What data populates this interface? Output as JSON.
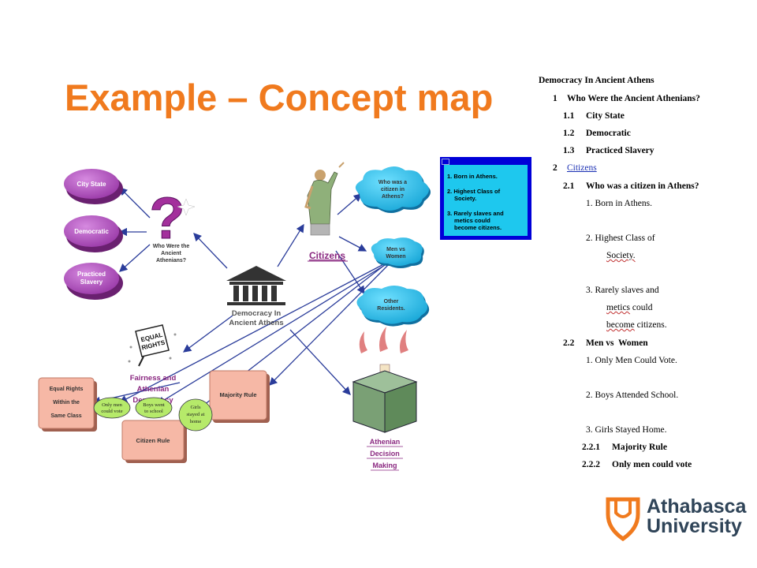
{
  "slide": {
    "title": "Example – Concept map",
    "accent_color": "#f07a1e"
  },
  "map": {
    "center": {
      "line1": "Democracy In",
      "line2": "Ancient Athens",
      "icon": "temple-icon"
    },
    "question": {
      "line1": "Who Were the",
      "line2": "Ancient",
      "line3": "Athenians?",
      "icon": "question-mark-icon"
    },
    "ovals": {
      "city_state": "City State",
      "democratic": "Democratic",
      "practiced_1": "Practiced",
      "practiced_2": "Slavery"
    },
    "citizens": {
      "label": "Citizens",
      "icon": "citizen-statue-icon"
    },
    "clouds": {
      "who_1": "Who was a",
      "who_2": "citizen in",
      "who_3": "Athens?",
      "men_1": "Men vs",
      "men_2": "Women",
      "other_1": "Other",
      "other_2": "Residents."
    },
    "notes": {
      "item1": "1.  Born in Athens.",
      "item2a": "2.  Highest Class of",
      "item2b": "Society.",
      "item3a": "3.  Rarely slaves and",
      "item3b": "metics could",
      "item3c": "become citizens."
    },
    "fairness": {
      "line1": "Fairness and",
      "line2": "Athenian",
      "line3": "Democracy",
      "icon": "equal-rights-sign-icon",
      "sign1": "EQUAL",
      "sign2": "RIGHTS"
    },
    "boxes": {
      "equal_1": "Equal Rights",
      "equal_2": "Within the",
      "equal_3": "Same Class",
      "citizen_rule": "Citizen Rule",
      "majority_rule": "Majority Rule"
    },
    "small_ovals": {
      "only_1": "Only men",
      "only_2": "could vote",
      "boys_1": "Boys went",
      "boys_2": "to school",
      "girls_1": "Girls",
      "girls_2": "stayed at",
      "girls_3": "home"
    },
    "ballot": {
      "line1": "Athenian",
      "line2": "Decision",
      "line3": "Making",
      "icon": "ballot-box-icon"
    }
  },
  "outline": {
    "root": "Democracy In Ancient Athens",
    "n1": "1",
    "t1": "Who Were the Ancient Athenians?",
    "n11": "1.1",
    "t11": "City State",
    "n12": "1.2",
    "t12": "Democratic",
    "n13": "1.3",
    "t13": "Practiced Slavery",
    "n2": "2",
    "t2": "Citizens",
    "n21": "2.1",
    "t21": "Who was a citizen in Athens?",
    "i1": "1.   Born in Athens.",
    "i2": "2.   Highest Class of",
    "i2b": "Society.",
    "i3": "3.   Rarely slaves and",
    "i3b": "metics",
    "i3b2": " could",
    "i3c": "become",
    "i3c2": " citizens.",
    "n22": "2.2",
    "t22": "Men vs  Women",
    "j1": "1.   Only Men Could Vote.",
    "j2": "2.   Boys Attended School.",
    "j3": "3.   Girls Stayed Home.",
    "n221": "2.2.1",
    "t221": "Majority Rule",
    "n222": "2.2.2",
    "t222": "Only men could vote"
  },
  "logo": {
    "line1": "Athabasca",
    "line2": "University",
    "icon": "athabasca-shield-icon",
    "color": "#f07a1e",
    "text_color": "#2f4458"
  }
}
